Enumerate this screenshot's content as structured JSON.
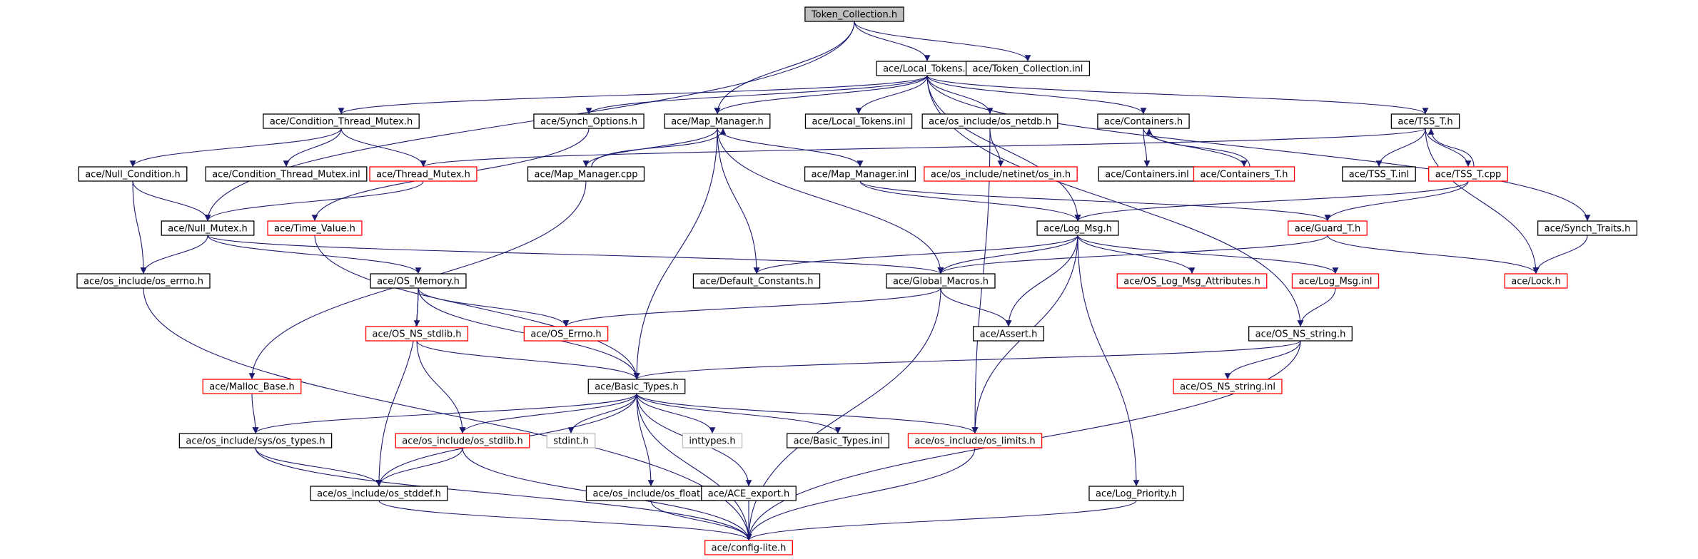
{
  "graph": {
    "nodes": [
      {
        "id": "n0",
        "label": "Token_Collection.h",
        "style": "root"
      },
      {
        "id": "n1",
        "label": "ace/Local_Tokens.h",
        "style": "black"
      },
      {
        "id": "n2",
        "label": "ace/Token_Collection.inl",
        "style": "black"
      },
      {
        "id": "n3",
        "label": "ace/Condition_Thread_Mutex.h",
        "style": "black"
      },
      {
        "id": "n4",
        "label": "ace/Synch_Options.h",
        "style": "black"
      },
      {
        "id": "n5",
        "label": "ace/Map_Manager.h",
        "style": "black"
      },
      {
        "id": "n6",
        "label": "ace/Local_Tokens.inl",
        "style": "black"
      },
      {
        "id": "n7",
        "label": "ace/os_include/os_netdb.h",
        "style": "black"
      },
      {
        "id": "n8",
        "label": "ace/Containers.h",
        "style": "black"
      },
      {
        "id": "n9",
        "label": "ace/TSS_T.h",
        "style": "black"
      },
      {
        "id": "n10",
        "label": "ace/Null_Condition.h",
        "style": "black"
      },
      {
        "id": "n11",
        "label": "ace/Condition_Thread_Mutex.inl",
        "style": "black"
      },
      {
        "id": "n12",
        "label": "ace/Thread_Mutex.h",
        "style": "red"
      },
      {
        "id": "n13",
        "label": "ace/Map_Manager.cpp",
        "style": "black"
      },
      {
        "id": "n14",
        "label": "ace/Map_Manager.inl",
        "style": "black"
      },
      {
        "id": "n15",
        "label": "ace/os_include/netinet/os_in.h",
        "style": "red"
      },
      {
        "id": "n16",
        "label": "ace/Containers.inl",
        "style": "black"
      },
      {
        "id": "n17",
        "label": "ace/Containers_T.h",
        "style": "red"
      },
      {
        "id": "n18",
        "label": "ace/TSS_T.inl",
        "style": "black"
      },
      {
        "id": "n19",
        "label": "ace/TSS_T.cpp",
        "style": "red"
      },
      {
        "id": "n20",
        "label": "ace/Null_Mutex.h",
        "style": "black"
      },
      {
        "id": "n21",
        "label": "ace/Time_Value.h",
        "style": "red"
      },
      {
        "id": "n22",
        "label": "ace/Log_Msg.h",
        "style": "black"
      },
      {
        "id": "n23",
        "label": "ace/Guard_T.h",
        "style": "red"
      },
      {
        "id": "n24",
        "label": "ace/Synch_Traits.h",
        "style": "black"
      },
      {
        "id": "n25",
        "label": "ace/os_include/os_errno.h",
        "style": "black"
      },
      {
        "id": "n26",
        "label": "ace/OS_Memory.h",
        "style": "black"
      },
      {
        "id": "n27",
        "label": "ace/Default_Constants.h",
        "style": "black"
      },
      {
        "id": "n28",
        "label": "ace/Global_Macros.h",
        "style": "black"
      },
      {
        "id": "n29",
        "label": "ace/OS_Log_Msg_Attributes.h",
        "style": "red"
      },
      {
        "id": "n30",
        "label": "ace/Log_Msg.inl",
        "style": "red"
      },
      {
        "id": "n31",
        "label": "ace/Lock.h",
        "style": "red"
      },
      {
        "id": "n32",
        "label": "ace/OS_NS_stdlib.h",
        "style": "red"
      },
      {
        "id": "n33",
        "label": "ace/OS_Errno.h",
        "style": "red"
      },
      {
        "id": "n34",
        "label": "ace/Assert.h",
        "style": "black"
      },
      {
        "id": "n35",
        "label": "ace/OS_NS_string.h",
        "style": "black"
      },
      {
        "id": "n36",
        "label": "ace/Malloc_Base.h",
        "style": "red"
      },
      {
        "id": "n37",
        "label": "ace/Basic_Types.h",
        "style": "black"
      },
      {
        "id": "n38",
        "label": "ace/OS_NS_string.inl",
        "style": "red"
      },
      {
        "id": "n39",
        "label": "ace/os_include/sys/os_types.h",
        "style": "black"
      },
      {
        "id": "n40",
        "label": "ace/os_include/os_stdlib.h",
        "style": "red"
      },
      {
        "id": "n41",
        "label": "stdint.h",
        "style": "gray"
      },
      {
        "id": "n42",
        "label": "inttypes.h",
        "style": "gray"
      },
      {
        "id": "n43",
        "label": "ace/Basic_Types.inl",
        "style": "black"
      },
      {
        "id": "n44",
        "label": "ace/os_include/os_limits.h",
        "style": "red"
      },
      {
        "id": "n45",
        "label": "ace/os_include/os_stddef.h",
        "style": "black"
      },
      {
        "id": "n46",
        "label": "ace/os_include/os_float.h",
        "style": "black"
      },
      {
        "id": "n47",
        "label": "ace/ACE_export.h",
        "style": "black"
      },
      {
        "id": "n48",
        "label": "ace/Log_Priority.h",
        "style": "black"
      },
      {
        "id": "n49",
        "label": "ace/config-lite.h",
        "style": "red"
      }
    ],
    "edges": [
      [
        "n0",
        "n1"
      ],
      [
        "n0",
        "n2"
      ],
      [
        "n0",
        "n5"
      ],
      [
        "n0",
        "n20"
      ],
      [
        "n1",
        "n3"
      ],
      [
        "n1",
        "n4"
      ],
      [
        "n1",
        "n5"
      ],
      [
        "n1",
        "n6"
      ],
      [
        "n1",
        "n7"
      ],
      [
        "n1",
        "n8"
      ],
      [
        "n1",
        "n9"
      ],
      [
        "n1",
        "n22"
      ],
      [
        "n1",
        "n24"
      ],
      [
        "n1",
        "n35"
      ],
      [
        "n3",
        "n10"
      ],
      [
        "n3",
        "n11"
      ],
      [
        "n3",
        "n12"
      ],
      [
        "n4",
        "n21"
      ],
      [
        "n5",
        "n13"
      ],
      [
        "n5",
        "n14"
      ],
      [
        "n5",
        "n27"
      ],
      [
        "n5",
        "n28"
      ],
      [
        "n5",
        "n37"
      ],
      [
        "n7",
        "n15"
      ],
      [
        "n7",
        "n44"
      ],
      [
        "n8",
        "n16"
      ],
      [
        "n8",
        "n17"
      ],
      [
        "n9",
        "n12"
      ],
      [
        "n9",
        "n18"
      ],
      [
        "n9",
        "n19"
      ],
      [
        "n9",
        "n31"
      ],
      [
        "n10",
        "n20"
      ],
      [
        "n10",
        "n25"
      ],
      [
        "n12",
        "n20"
      ],
      [
        "n13",
        "n5"
      ],
      [
        "n13",
        "n36"
      ],
      [
        "n14",
        "n22"
      ],
      [
        "n14",
        "n23"
      ],
      [
        "n17",
        "n8"
      ],
      [
        "n19",
        "n9"
      ],
      [
        "n19",
        "n22"
      ],
      [
        "n19",
        "n23"
      ],
      [
        "n20",
        "n25"
      ],
      [
        "n20",
        "n26"
      ],
      [
        "n20",
        "n28"
      ],
      [
        "n21",
        "n37"
      ],
      [
        "n22",
        "n27"
      ],
      [
        "n22",
        "n28"
      ],
      [
        "n22",
        "n29"
      ],
      [
        "n22",
        "n30"
      ],
      [
        "n22",
        "n34"
      ],
      [
        "n22",
        "n44"
      ],
      [
        "n22",
        "n48"
      ],
      [
        "n23",
        "n28"
      ],
      [
        "n23",
        "n31"
      ],
      [
        "n24",
        "n31"
      ],
      [
        "n25",
        "n49"
      ],
      [
        "n26",
        "n32"
      ],
      [
        "n26",
        "n33"
      ],
      [
        "n26",
        "n37"
      ],
      [
        "n26",
        "n45"
      ],
      [
        "n28",
        "n33"
      ],
      [
        "n28",
        "n34"
      ],
      [
        "n28",
        "n49"
      ],
      [
        "n30",
        "n35"
      ],
      [
        "n32",
        "n37"
      ],
      [
        "n32",
        "n40"
      ],
      [
        "n35",
        "n37"
      ],
      [
        "n35",
        "n38"
      ],
      [
        "n35",
        "n49"
      ],
      [
        "n36",
        "n39"
      ],
      [
        "n37",
        "n39"
      ],
      [
        "n37",
        "n40"
      ],
      [
        "n37",
        "n41"
      ],
      [
        "n37",
        "n42"
      ],
      [
        "n37",
        "n43"
      ],
      [
        "n37",
        "n44"
      ],
      [
        "n37",
        "n45"
      ],
      [
        "n37",
        "n46"
      ],
      [
        "n37",
        "n47"
      ],
      [
        "n37",
        "n49"
      ],
      [
        "n39",
        "n45"
      ],
      [
        "n39",
        "n49"
      ],
      [
        "n40",
        "n45"
      ],
      [
        "n40",
        "n49"
      ],
      [
        "n44",
        "n49"
      ],
      [
        "n45",
        "n49"
      ],
      [
        "n46",
        "n49"
      ],
      [
        "n47",
        "n49"
      ],
      [
        "n48",
        "n49"
      ]
    ]
  }
}
